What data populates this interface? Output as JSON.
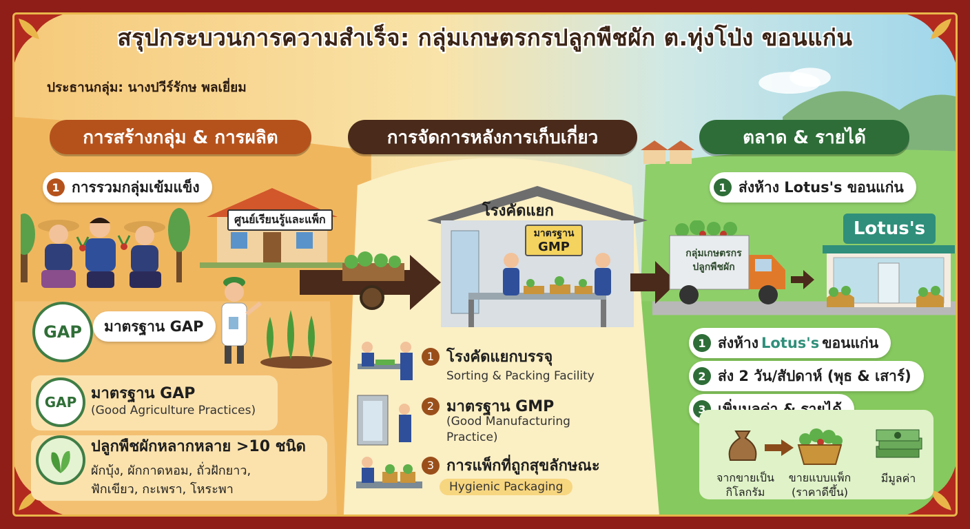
{
  "title": "สรุปกระบวนการความสำเร็จ: กลุ่มเกษตรกรปลูกพืชผัก ต.ทุ่งโป่ง ขอนแก่น",
  "leader": "ประธานกลุ่ม: นางปวีร์รักษ พลเยี่ยม",
  "sections": {
    "production": {
      "title": "การสร้างกลุ่ม & การผลิต",
      "step1_num": "1",
      "step1_label": "การรวมกลุ่มเข้มแข็ง",
      "learning_center": "ศูนย์เรียนรู้และแพ็ก",
      "gap_badge_text": "GAP",
      "gap_label": "มาตรฐาน GAP",
      "gap2_badge_text": "GAP",
      "gap2_title": "มาตรฐาน GAP",
      "gap2_sub": "(Good Agriculture Practices)",
      "variety_title": "ปลูกพืชผักหลากหลาย >10 ชนิด",
      "variety_line1": "ผักบุ้ง, ผักกาดหอม, ถั่วฝักยาว,",
      "variety_line2": "ฟักเขียว, กะเพรา, โหระพา"
    },
    "post_harvest": {
      "title": "การจัดการหลังการเก็บเกี่ยว",
      "building_label": "โรงคัดแยก",
      "gmp_sign_line1": "มาตรฐาน",
      "gmp_sign_line2": "GMP",
      "items": [
        {
          "num": "1",
          "title": "โรงคัดแยกบรรจุ",
          "sub": "Sorting & Packing Facility"
        },
        {
          "num": "2",
          "title": "มาตรฐาน GMP",
          "sub1": "(Good Manufacturing",
          "sub2": "Practice)"
        },
        {
          "num": "3",
          "title": "การแพ็กที่ถูกสุขลักษณะ",
          "sub": "Hygienic Packaging"
        }
      ]
    },
    "market": {
      "title": "ตลาด & รายได้",
      "step1_num": "1",
      "step1_label": "ส่งห้าง Lotus's ขอนแก่น",
      "truck_line1": "กลุ่มเกษตรกร",
      "truck_line2": "ปลูกพืชผัก",
      "store_sign": "Lotus's",
      "list": [
        {
          "num": "1",
          "pre": "ส่งห้าง ",
          "brand": "Lotus's",
          "post": " ขอนแก่น"
        },
        {
          "num": "2",
          "text": "ส่ง 2 วัน/สัปดาห์ (พุธ & เสาร์)"
        },
        {
          "num": "3",
          "text": "เพิ่มมูลค่า & รายได้"
        }
      ],
      "value_chain": {
        "from_line1": "จากขายเป็น",
        "from_line2": "กิโลกรัม",
        "to_line1": "ขายแบบแพ็ก",
        "to_line2": "(ราคาดีขึ้น)",
        "money": "มีมูลค่า"
      }
    }
  },
  "colors": {
    "frame": "#8f1d18",
    "gold": "#e9b64a",
    "production_pill": "#b5521c",
    "post_pill": "#4a2a1a",
    "market_pill": "#2e6d38",
    "lotus_green": "#2f8f7a"
  }
}
